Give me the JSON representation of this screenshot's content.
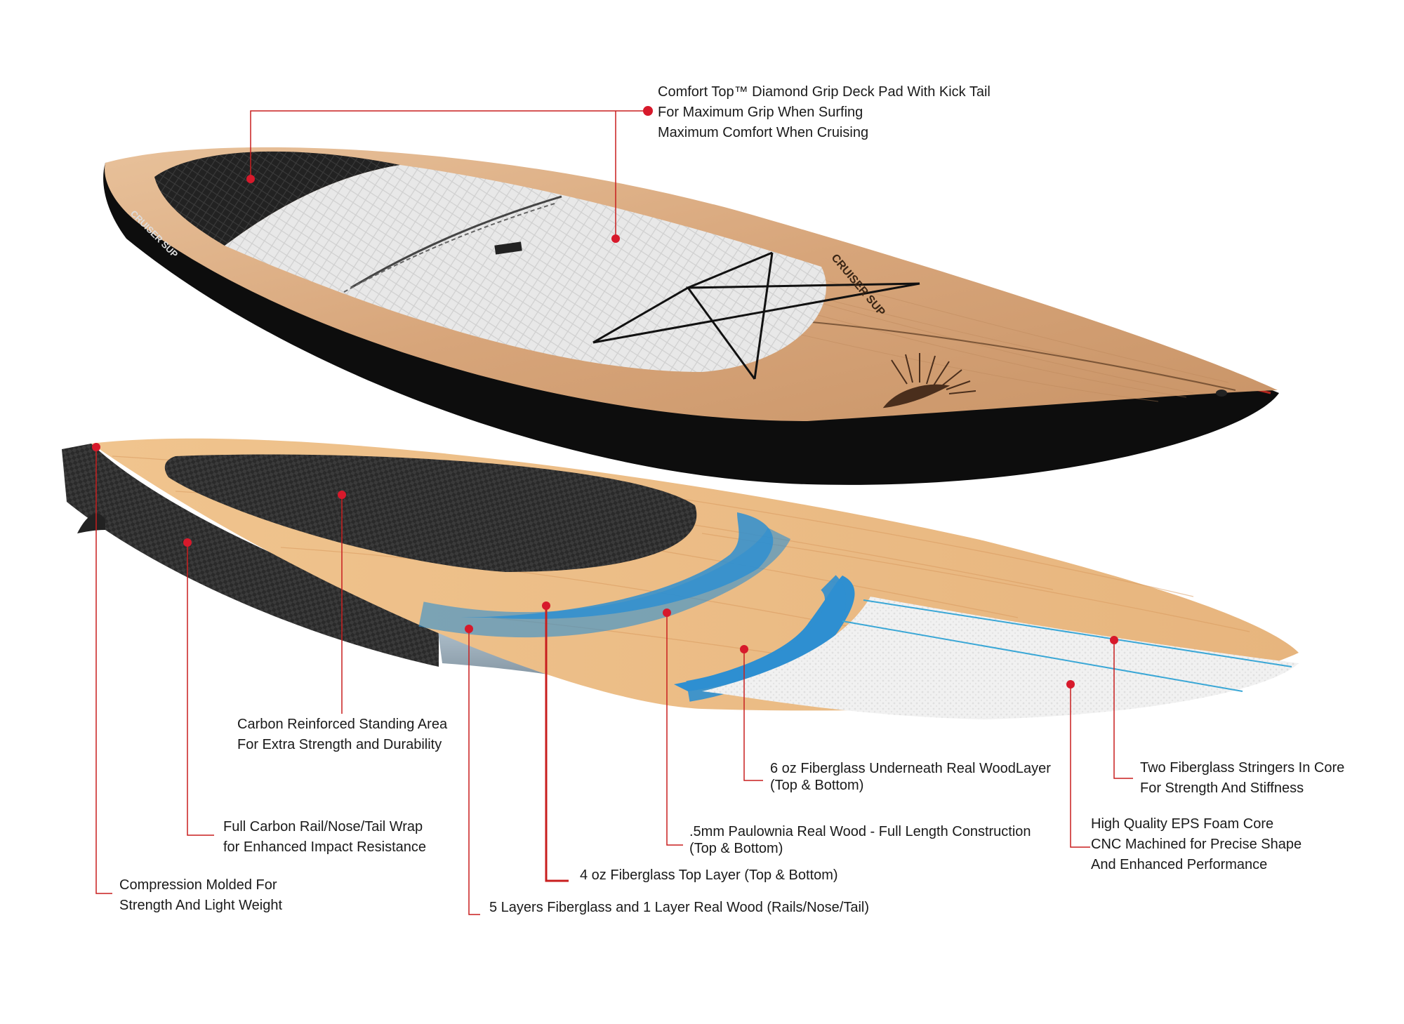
{
  "colors": {
    "leader_line": "#c81e1e",
    "wood": "#d9a97c",
    "wood_light": "#ecc79a",
    "carbon": "#2b2b2b",
    "deck_pad": "#e6e6e6",
    "fiberglass_blue": "#2f8fd0",
    "foam": "#f0f0f0"
  },
  "board": {
    "brand_mark": "CRUISER SUP",
    "brand_mark_tail": "CRUISER SUP"
  },
  "callouts": {
    "deck_pad": {
      "line1": "Comfort Top™ Diamond Grip Deck Pad With Kick Tail",
      "line2": "For Maximum Grip When Surfing",
      "line3": "Maximum Comfort When Cruising"
    },
    "carbon_standing": {
      "line1": "Carbon Reinforced Standing Area",
      "line2": "For Extra Strength and Durability"
    },
    "carbon_rail": {
      "line1": "Full Carbon Rail/Nose/Tail Wrap",
      "line2": "for Enhanced Impact Resistance"
    },
    "compression": {
      "line1": "Compression Molded For",
      "line2": "Strength And Light Weight"
    },
    "five_layers": {
      "line1": "5 Layers Fiberglass and 1 Layer Real Wood (Rails/Nose/Tail)"
    },
    "four_oz": {
      "line1": "4 oz Fiberglass Top Layer (Top & Bottom)"
    },
    "paulownia": {
      "line1": ".5mm Paulownia Real Wood - Full Length Construction",
      "line2": "(Top & Bottom)"
    },
    "six_oz": {
      "line1": "6 oz Fiberglass Underneath Real WoodLayer",
      "line2": "(Top & Bottom)"
    },
    "eps_core": {
      "line1": "High Quality EPS Foam Core",
      "line2": "CNC Machined for Precise Shape",
      "line3": "And Enhanced Performance"
    },
    "stringers": {
      "line1": "Two Fiberglass Stringers In Core",
      "line2": "For Strength And Stiffness"
    }
  }
}
